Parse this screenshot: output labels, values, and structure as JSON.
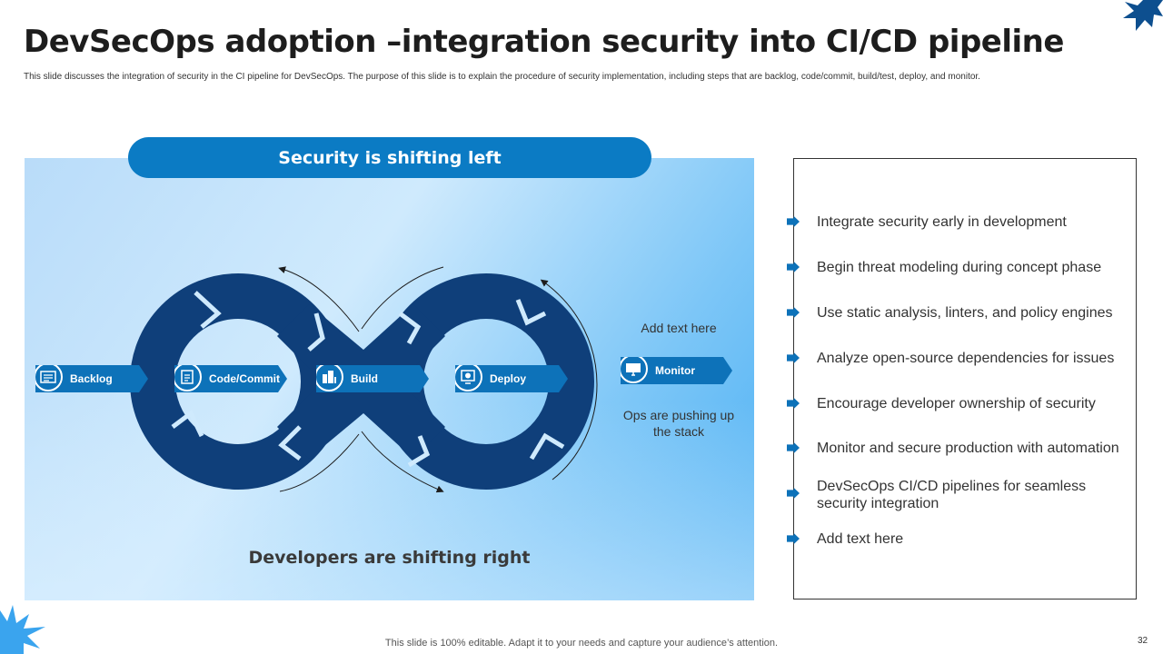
{
  "slide": {
    "title": "DevSecOps adoption –integration security into CI/CD pipeline",
    "subtitle": "This slide discusses the integration of security in the CI pipeline for DevSecOps. The purpose of this slide is to explain the procedure of security implementation, including steps that are backlog, code/commit, build/test, deploy, and monitor.",
    "footer": "This slide is 100% editable. Adapt it to your needs and capture your audience’s attention.",
    "page_number": "32"
  },
  "diagram": {
    "header": "Security is shifting left",
    "bottom_label": "Developers are shifting right",
    "side_top": "Add text here",
    "side_bottom": "Ops are pushing up the stack",
    "steps": [
      {
        "label": "Backlog",
        "icon": "backlog-icon"
      },
      {
        "label": "Code/Commit",
        "icon": "code-commit-icon"
      },
      {
        "label": "Build",
        "icon": "build-icon"
      },
      {
        "label": "Deploy",
        "icon": "deploy-icon"
      },
      {
        "label": "Monitor",
        "icon": "monitor-icon"
      }
    ]
  },
  "bullets": [
    "Integrate security early in development",
    "Begin threat modeling during concept phase",
    "Use static analysis, linters, and policy engines",
    "Analyze open-source dependencies for issues",
    "Encourage developer ownership of security",
    "Monitor and secure production with automation",
    "DevSecOps CI/CD pipelines for seamless security integration",
    "Add text here"
  ],
  "colors": {
    "accent": "#0d72b9",
    "dark_loop": "#0f3f7a",
    "panel_light": "#cfeafd",
    "panel_dark": "#4aaff3"
  }
}
